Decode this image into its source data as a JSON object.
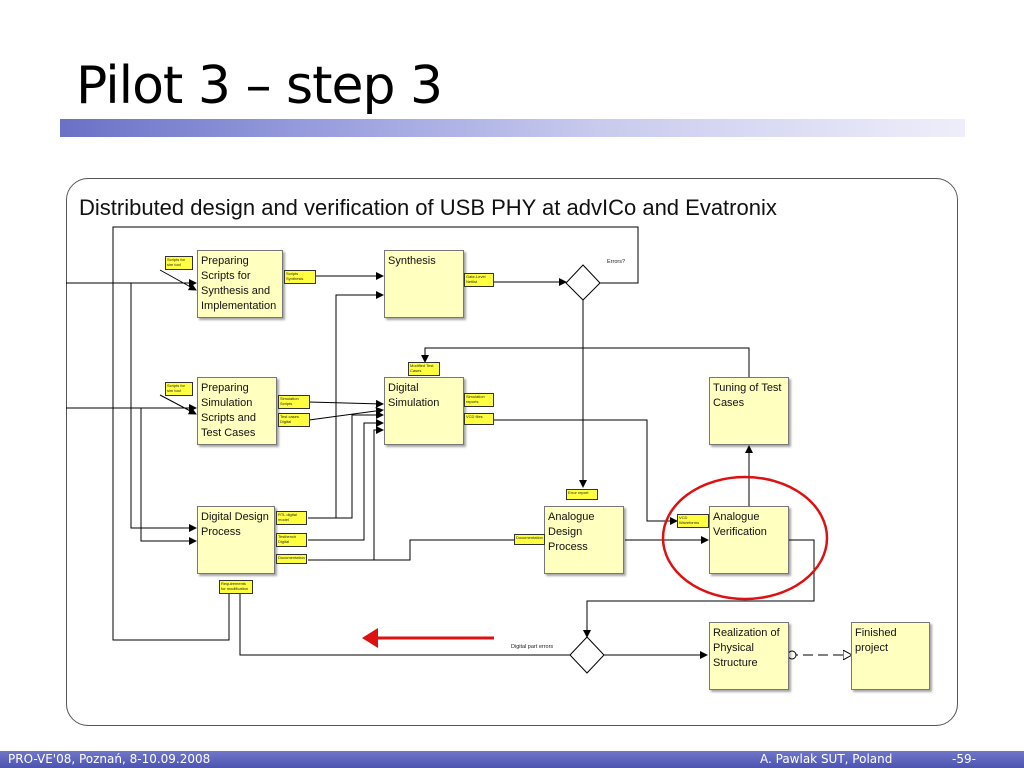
{
  "slide": {
    "title": "Pilot 3 – step 3"
  },
  "diagram": {
    "title": "Distributed design and verification of USB PHY at advICo and Evatronix",
    "boxes": {
      "prep_synth": "Preparing Scripts for Synthesis and Implementation",
      "synthesis": "Synthesis",
      "prep_sim": "Preparing Simulation Scripts and Test Cases",
      "digital_sim": "Digital Simulation",
      "tuning": "Tuning of Test Cases",
      "digital_design": "Digital Design Process",
      "analogue_design": "Analogue Design Process",
      "analogue_verif": "Analogue Verification",
      "realization": "Realization of Physical Structure",
      "finished": "Finished project"
    },
    "chips": {
      "scripts_tool_1": "Scripts for sim tool",
      "scripts_synth": "Scripts Synthesis",
      "gate_level": "Gate-Level Netlist",
      "scripts_tool_2": "Scripts for sim tool",
      "sim_scripts": "Simulation Scripts",
      "test_cases": "Test cases Digital",
      "modified_test": "Modified Test Cases",
      "sim_reports": "Simulation reports",
      "vcd_files": "VCD files",
      "rtl_model": "RTL digital model",
      "testbench": "Testbench Digital",
      "documentation_1": "Documentation",
      "requirements": "Requirements for modification",
      "error_report": "Error report",
      "documentation_2": "Documentation",
      "vcd_waveforms": "VCD Waveforms"
    },
    "notes": {
      "errors": "Errors?",
      "digital_errors": "Digital part errors"
    },
    "colors": {
      "box_fill": "#ffffc0",
      "chip_fill": "#ffff40",
      "highlight": "#dd1111",
      "title_bar": "#6a71c6"
    }
  },
  "footer": {
    "left": "PRO-VE'08, Poznań, 8-10.09.2008",
    "center": "A. Pawlak  SUT, Poland",
    "right": "-59-"
  }
}
